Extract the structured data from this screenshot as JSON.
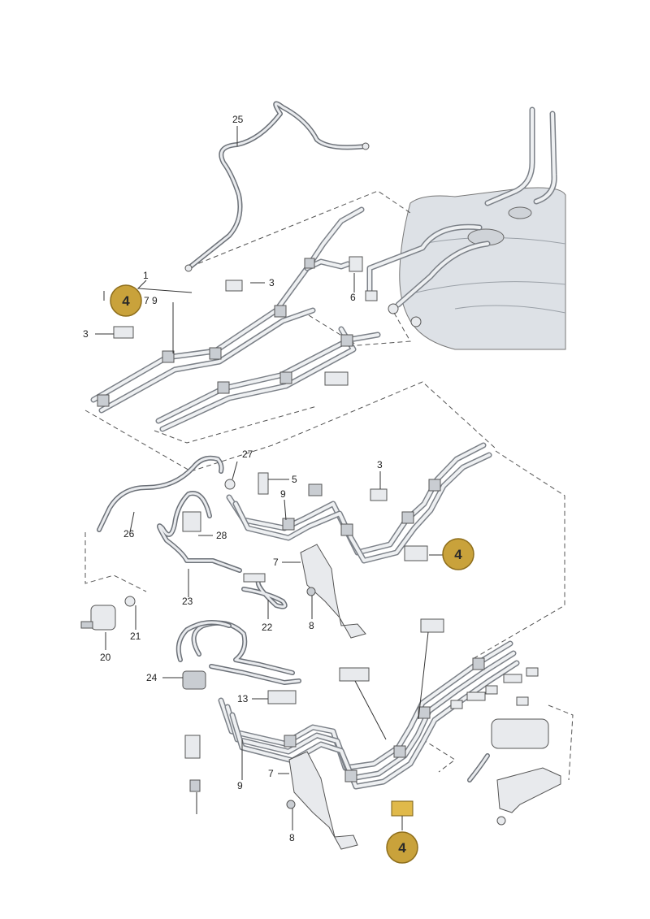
{
  "labels": {
    "l1": "1",
    "l3a": "3",
    "l3b": "3",
    "l3c": "3",
    "l5": "5",
    "l6": "6",
    "l79": "7 9",
    "l7a": "7",
    "l7b": "7",
    "l8a": "8",
    "l8b": "8",
    "l9a": "9",
    "l9b": "9",
    "l13": "13",
    "l20": "20",
    "l21": "21",
    "l22": "22",
    "l23": "23",
    "l24": "24",
    "l25": "25",
    "l26": "26",
    "l27": "27",
    "l28": "28"
  },
  "callouts": {
    "c1": "4",
    "c2": "4",
    "c3": "4"
  },
  "colors": {
    "callout_fill": "#c9a23b",
    "callout_stroke": "#8e6e1c",
    "highlight_part": "#e0b94a"
  }
}
